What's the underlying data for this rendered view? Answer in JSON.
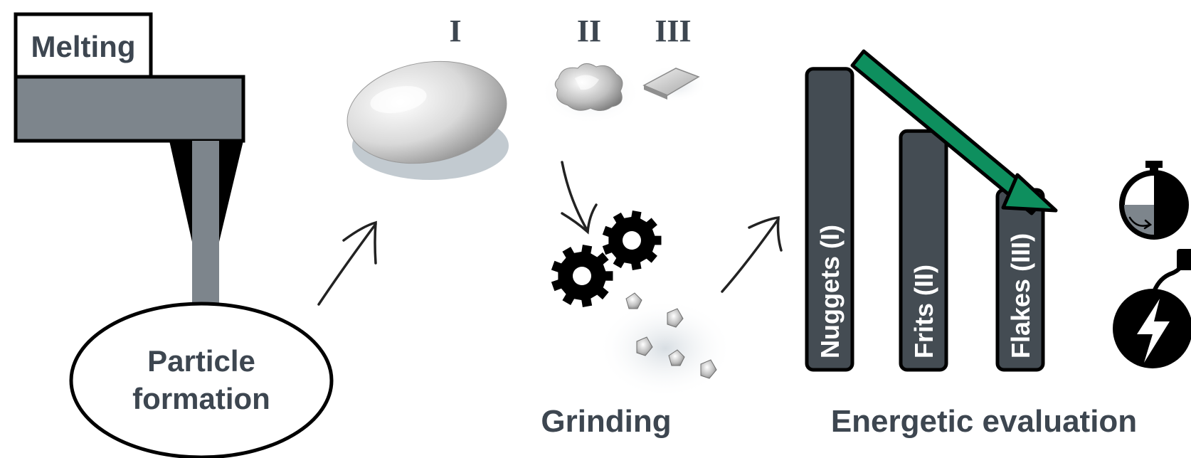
{
  "labels": {
    "melting": "Melting",
    "particle_line1": "Particle",
    "particle_line2": "formation",
    "roman_1": "I",
    "roman_2": "II",
    "roman_3": "III",
    "grinding": "Grinding",
    "energetic": "Energetic evaluation"
  },
  "bars": [
    {
      "label": "Nuggets (I)",
      "level": 0.92
    },
    {
      "label": "Frits (II)",
      "level": 0.73
    },
    {
      "label": "Flakes (III)",
      "level": 0.55
    }
  ],
  "icons": {
    "stopwatch": "stopwatch-icon",
    "energy": "lightning-bomb-icon",
    "gear": "gear-icon",
    "trend": "down-arrow-icon"
  },
  "colors": {
    "label_text": "#3d4650",
    "furnace_gray": "#7d858c",
    "bar_fill": "#444c53",
    "arrow_green": "#0e8f5e",
    "black": "#000000"
  }
}
